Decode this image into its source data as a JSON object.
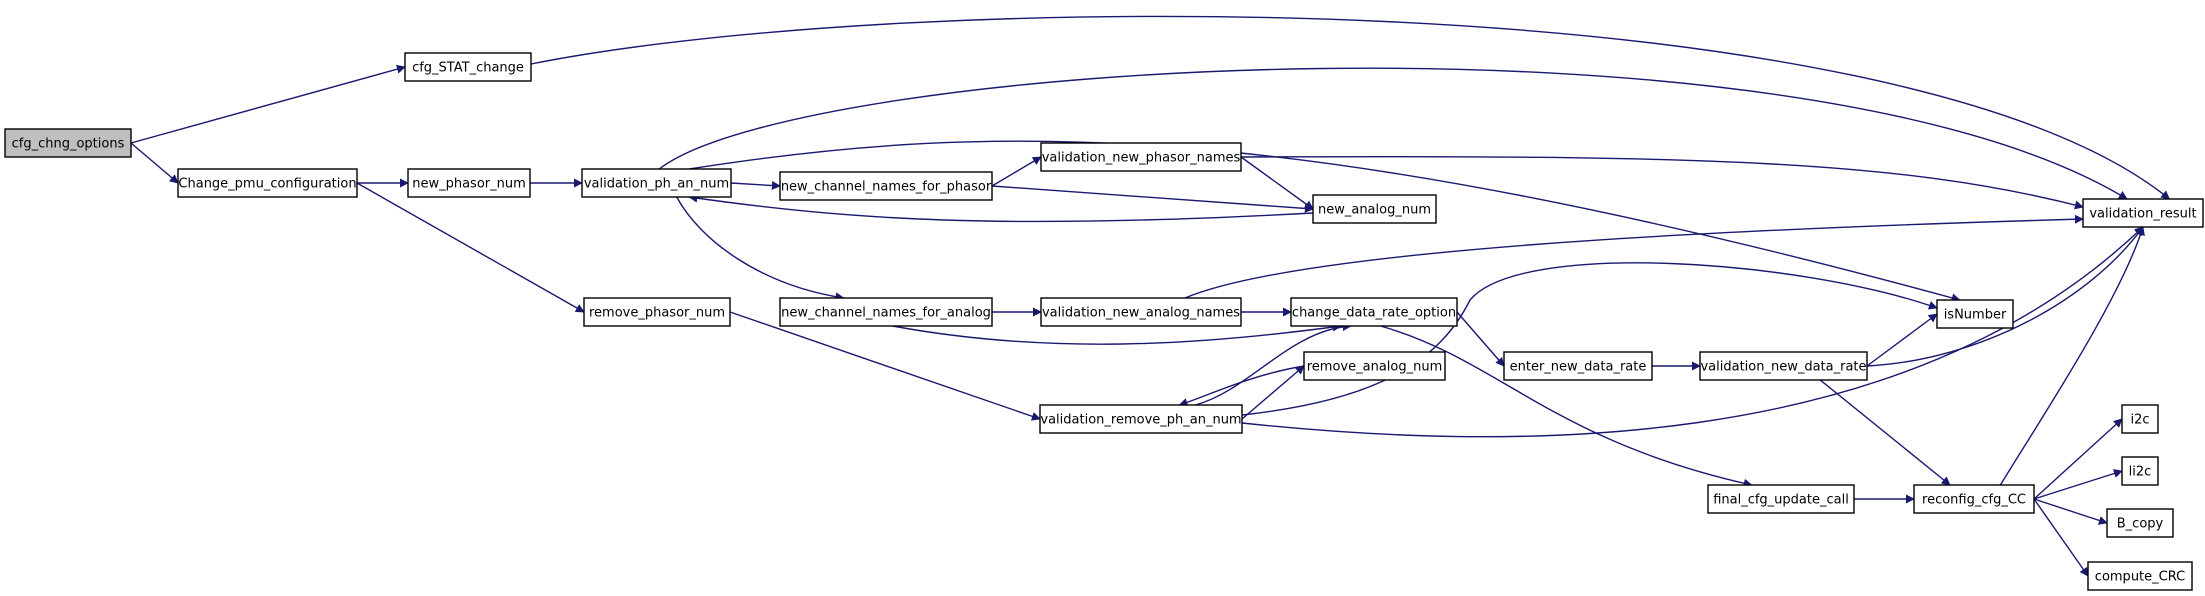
{
  "diagram": {
    "colors": {
      "edge": "#191970",
      "node_border": "#000000",
      "root_fill": "#bfbfbf",
      "node_fill": "#ffffff"
    },
    "nodes": [
      {
        "id": "cfg_chng_options",
        "label": "cfg_chng_options",
        "root": true
      },
      {
        "id": "cfg_STAT_change",
        "label": "cfg_STAT_change"
      },
      {
        "id": "Change_pmu_configuration",
        "label": "Change_pmu_configuration"
      },
      {
        "id": "new_phasor_num",
        "label": "new_phasor_num"
      },
      {
        "id": "remove_phasor_num",
        "label": "remove_phasor_num"
      },
      {
        "id": "validation_ph_an_num",
        "label": "validation_ph_an_num"
      },
      {
        "id": "new_channel_names_for_phasor",
        "label": "new_channel_names_for_phasor"
      },
      {
        "id": "new_channel_names_for_analog",
        "label": "new_channel_names_for_analog"
      },
      {
        "id": "validation_new_phasor_names",
        "label": "validation_new_phasor_names"
      },
      {
        "id": "new_analog_num",
        "label": "new_analog_num"
      },
      {
        "id": "validation_new_analog_names",
        "label": "validation_new_analog_names"
      },
      {
        "id": "change_data_rate_option",
        "label": "change_data_rate_option"
      },
      {
        "id": "remove_analog_num",
        "label": "remove_analog_num"
      },
      {
        "id": "validation_remove_ph_an_num",
        "label": "validation_remove_ph_an_num"
      },
      {
        "id": "enter_new_data_rate",
        "label": "enter_new_data_rate"
      },
      {
        "id": "validation_new_data_rate",
        "label": "validation_new_data_rate"
      },
      {
        "id": "final_cfg_update_call",
        "label": "final_cfg_update_call"
      },
      {
        "id": "reconfig_cfg_CC",
        "label": "reconfig_cfg_CC"
      },
      {
        "id": "validation_result",
        "label": "validation_result"
      },
      {
        "id": "isNumber",
        "label": "isNumber"
      },
      {
        "id": "i2c",
        "label": "i2c"
      },
      {
        "id": "li2c",
        "label": "li2c"
      },
      {
        "id": "B_copy",
        "label": "B_copy"
      },
      {
        "id": "compute_CRC",
        "label": "compute_CRC"
      }
    ],
    "edges": [
      {
        "from": "cfg_chng_options",
        "to": "cfg_STAT_change"
      },
      {
        "from": "cfg_chng_options",
        "to": "Change_pmu_configuration"
      },
      {
        "from": "cfg_STAT_change",
        "to": "validation_result"
      },
      {
        "from": "Change_pmu_configuration",
        "to": "new_phasor_num"
      },
      {
        "from": "Change_pmu_configuration",
        "to": "remove_phasor_num"
      },
      {
        "from": "new_phasor_num",
        "to": "validation_ph_an_num"
      },
      {
        "from": "validation_ph_an_num",
        "to": "validation_result"
      },
      {
        "from": "validation_ph_an_num",
        "to": "isNumber"
      },
      {
        "from": "validation_ph_an_num",
        "to": "new_channel_names_for_phasor"
      },
      {
        "from": "validation_ph_an_num",
        "to": "new_channel_names_for_analog"
      },
      {
        "from": "new_channel_names_for_phasor",
        "to": "validation_new_phasor_names"
      },
      {
        "from": "new_channel_names_for_phasor",
        "to": "new_analog_num"
      },
      {
        "from": "validation_new_phasor_names",
        "to": "validation_result"
      },
      {
        "from": "validation_new_phasor_names",
        "to": "new_analog_num"
      },
      {
        "from": "new_analog_num",
        "to": "validation_ph_an_num"
      },
      {
        "from": "new_channel_names_for_analog",
        "to": "validation_new_analog_names"
      },
      {
        "from": "new_channel_names_for_analog",
        "to": "change_data_rate_option"
      },
      {
        "from": "validation_new_analog_names",
        "to": "validation_result"
      },
      {
        "from": "validation_new_analog_names",
        "to": "change_data_rate_option"
      },
      {
        "from": "remove_phasor_num",
        "to": "validation_remove_ph_an_num"
      },
      {
        "from": "validation_remove_ph_an_num",
        "to": "remove_analog_num"
      },
      {
        "from": "validation_remove_ph_an_num",
        "to": "change_data_rate_option"
      },
      {
        "from": "validation_remove_ph_an_num",
        "to": "isNumber"
      },
      {
        "from": "validation_remove_ph_an_num",
        "to": "validation_result"
      },
      {
        "from": "remove_analog_num",
        "to": "validation_remove_ph_an_num"
      },
      {
        "from": "change_data_rate_option",
        "to": "enter_new_data_rate"
      },
      {
        "from": "change_data_rate_option",
        "to": "final_cfg_update_call"
      },
      {
        "from": "enter_new_data_rate",
        "to": "validation_new_data_rate"
      },
      {
        "from": "validation_new_data_rate",
        "to": "isNumber"
      },
      {
        "from": "validation_new_data_rate",
        "to": "validation_result"
      },
      {
        "from": "validation_new_data_rate",
        "to": "reconfig_cfg_CC"
      },
      {
        "from": "final_cfg_update_call",
        "to": "reconfig_cfg_CC"
      },
      {
        "from": "reconfig_cfg_CC",
        "to": "validation_result"
      },
      {
        "from": "reconfig_cfg_CC",
        "to": "i2c"
      },
      {
        "from": "reconfig_cfg_CC",
        "to": "li2c"
      },
      {
        "from": "reconfig_cfg_CC",
        "to": "B_copy"
      },
      {
        "from": "reconfig_cfg_CC",
        "to": "compute_CRC"
      }
    ]
  }
}
